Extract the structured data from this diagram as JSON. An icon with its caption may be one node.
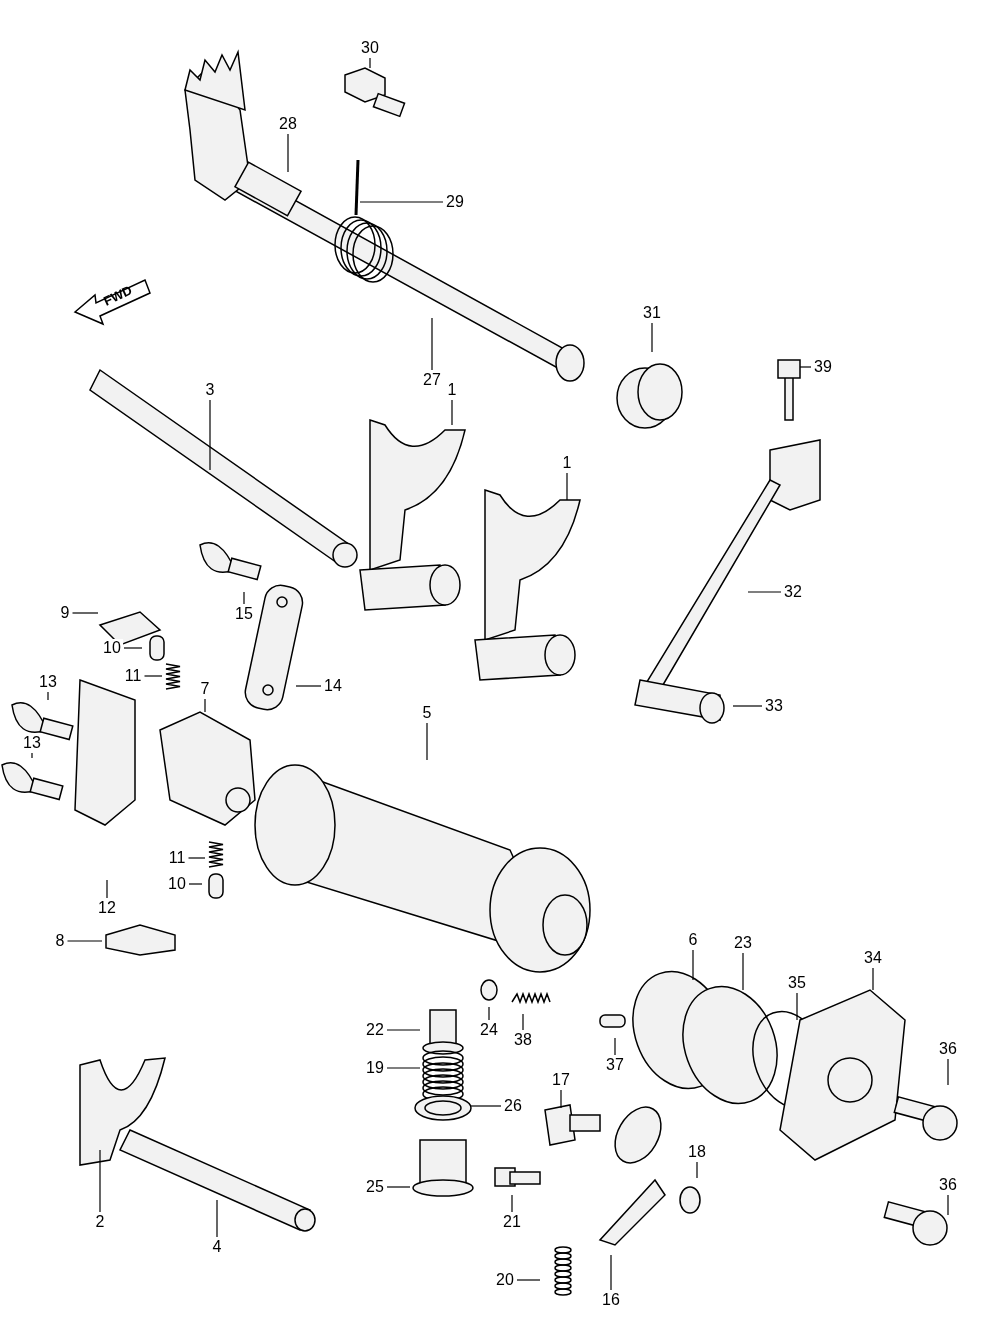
{
  "diagram": {
    "nodes": [
      {
        "text": [
          "30"
        ]
      },
      {
        "text": [
          "28"
        ]
      },
      {
        "text": [
          "29"
        ]
      },
      {
        "text": [
          "27"
        ]
      },
      {
        "text": [
          "31"
        ]
      },
      {
        "text": [
          "39"
        ]
      },
      {
        "text": [
          "3"
        ]
      },
      {
        "text": [
          "1"
        ]
      },
      {
        "text": [
          "1"
        ]
      },
      {
        "text": [
          "32"
        ]
      },
      {
        "text": [
          "9"
        ]
      },
      {
        "text": [
          "15"
        ]
      },
      {
        "text": [
          "10"
        ]
      },
      {
        "text": [
          "11"
        ]
      },
      {
        "text": [
          "13"
        ]
      },
      {
        "text": [
          "7"
        ]
      },
      {
        "text": [
          "14"
        ]
      },
      {
        "text": [
          "33"
        ]
      },
      {
        "text": [
          "5"
        ]
      },
      {
        "text": [
          "13"
        ]
      },
      {
        "text": [
          "11"
        ]
      },
      {
        "text": [
          "10"
        ]
      },
      {
        "text": [
          "12"
        ]
      },
      {
        "text": [
          "8"
        ]
      },
      {
        "text": [
          "6"
        ]
      },
      {
        "text": [
          "23"
        ]
      },
      {
        "text": [
          "34"
        ]
      },
      {
        "text": [
          "35"
        ]
      },
      {
        "text": [
          "36"
        ]
      },
      {
        "text": [
          "22"
        ]
      },
      {
        "text": [
          "24"
        ]
      },
      {
        "text": [
          "38"
        ]
      },
      {
        "text": [
          "37"
        ]
      },
      {
        "text": [
          "19"
        ]
      },
      {
        "text": [
          "26"
        ]
      },
      {
        "text": [
          "17"
        ]
      },
      {
        "text": [
          "18"
        ]
      },
      {
        "text": [
          "36"
        ]
      },
      {
        "text": [
          "25"
        ]
      },
      {
        "text": [
          "21"
        ]
      },
      {
        "text": [
          "2"
        ]
      },
      {
        "text": [
          "4"
        ]
      },
      {
        "text": [
          "20"
        ]
      },
      {
        "text": [
          "16"
        ]
      }
    ],
    "edges": [
      {
        "from": 0,
        "to": null,
        "arrow": "none"
      },
      {
        "from": 1,
        "to": null,
        "arrow": "none"
      },
      {
        "from": 2,
        "to": null,
        "arrow": "none"
      },
      {
        "from": 3,
        "to": null,
        "arrow": "none"
      },
      {
        "from": 4,
        "to": null,
        "arrow": "none"
      },
      {
        "from": 5,
        "to": null,
        "arrow": "none"
      },
      {
        "from": 6,
        "to": null,
        "arrow": "none"
      },
      {
        "from": 7,
        "to": null,
        "arrow": "none"
      },
      {
        "from": 8,
        "to": null,
        "arrow": "none"
      },
      {
        "from": 9,
        "to": null,
        "arrow": "none"
      },
      {
        "from": 10,
        "to": null,
        "arrow": "none"
      },
      {
        "from": 11,
        "to": null,
        "arrow": "none"
      },
      {
        "from": 12,
        "to": null,
        "arrow": "none"
      },
      {
        "from": 13,
        "to": null,
        "arrow": "none"
      },
      {
        "from": 14,
        "to": null,
        "arrow": "none"
      },
      {
        "from": 15,
        "to": null,
        "arrow": "none"
      },
      {
        "from": 16,
        "to": null,
        "arrow": "none"
      },
      {
        "from": 17,
        "to": null,
        "arrow": "none"
      },
      {
        "from": 18,
        "to": null,
        "arrow": "none"
      },
      {
        "from": 19,
        "to": null,
        "arrow": "none"
      },
      {
        "from": 20,
        "to": null,
        "arrow": "none"
      },
      {
        "from": 21,
        "to": null,
        "arrow": "none"
      },
      {
        "from": 22,
        "to": null,
        "arrow": "none"
      },
      {
        "from": 23,
        "to": null,
        "arrow": "none"
      },
      {
        "from": 24,
        "to": null,
        "arrow": "none"
      },
      {
        "from": 25,
        "to": null,
        "arrow": "none"
      },
      {
        "from": 26,
        "to": null,
        "arrow": "none"
      },
      {
        "from": 27,
        "to": null,
        "arrow": "none"
      },
      {
        "from": 28,
        "to": null,
        "arrow": "none"
      },
      {
        "from": 29,
        "to": null,
        "arrow": "none"
      },
      {
        "from": 30,
        "to": null,
        "arrow": "none"
      },
      {
        "from": 31,
        "to": null,
        "arrow": "none"
      },
      {
        "from": 32,
        "to": null,
        "arrow": "none"
      },
      {
        "from": 33,
        "to": null,
        "arrow": "none"
      },
      {
        "from": 34,
        "to": null,
        "arrow": "none"
      },
      {
        "from": 35,
        "to": null,
        "arrow": "none"
      },
      {
        "from": 36,
        "to": null,
        "arrow": "none"
      },
      {
        "from": 37,
        "to": null,
        "arrow": "none"
      },
      {
        "from": 38,
        "to": null,
        "arrow": "none"
      },
      {
        "from": 39,
        "to": null,
        "arrow": "none"
      },
      {
        "from": 40,
        "to": null,
        "arrow": "none"
      },
      {
        "from": 41,
        "to": null,
        "arrow": "none"
      },
      {
        "from": 42,
        "to": null,
        "arrow": "none"
      },
      {
        "from": 43,
        "to": null,
        "arrow": "none"
      }
    ],
    "labels": [
      "FWD"
    ]
  }
}
